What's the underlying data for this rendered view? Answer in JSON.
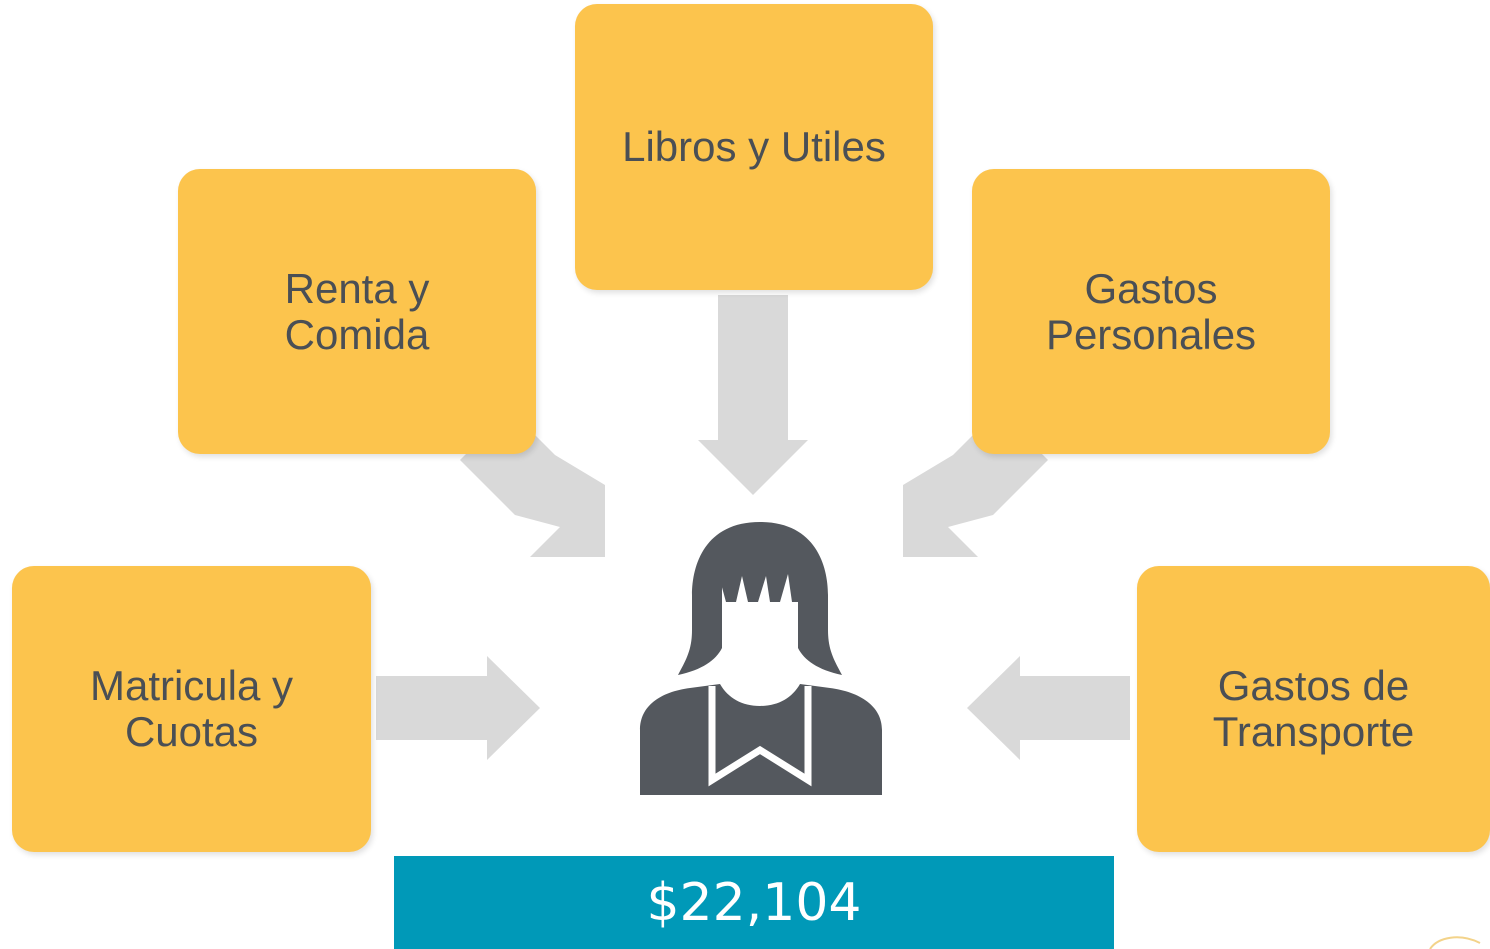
{
  "diagram": {
    "boxes": {
      "libros": "Libros y Utiles",
      "renta": "Renta y Comida",
      "gastos_personales": "Gastos Personales",
      "matricula": "Matricula y Cuotas",
      "transporte": "Gastos de Transporte"
    },
    "total": "$22,104",
    "colors": {
      "box_fill": "#fcc44d",
      "box_text": "#4a4f55",
      "arrow": "#d9d9d9",
      "person_icon": "#54585e",
      "total_bar": "#0099b8",
      "total_text": "#ffffff"
    },
    "icons": {
      "center": "person-icon",
      "arrows": "arrow-icon"
    }
  }
}
